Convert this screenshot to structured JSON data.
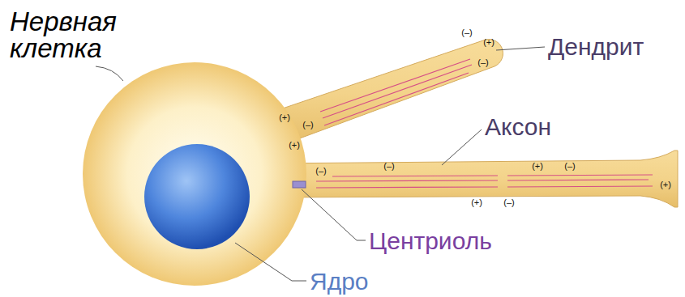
{
  "diagram": {
    "labels": [
      "Нервная клетка",
      "Дендрит",
      "Аксон",
      "Центриоль",
      "Ядро",
      "(–)",
      "(+)",
      "(–)",
      "(+)",
      "(–)",
      "(+)",
      "(–)",
      "(–)",
      "(+)",
      "(–)",
      "(+)",
      "(+)",
      "(–)"
    ]
  }
}
